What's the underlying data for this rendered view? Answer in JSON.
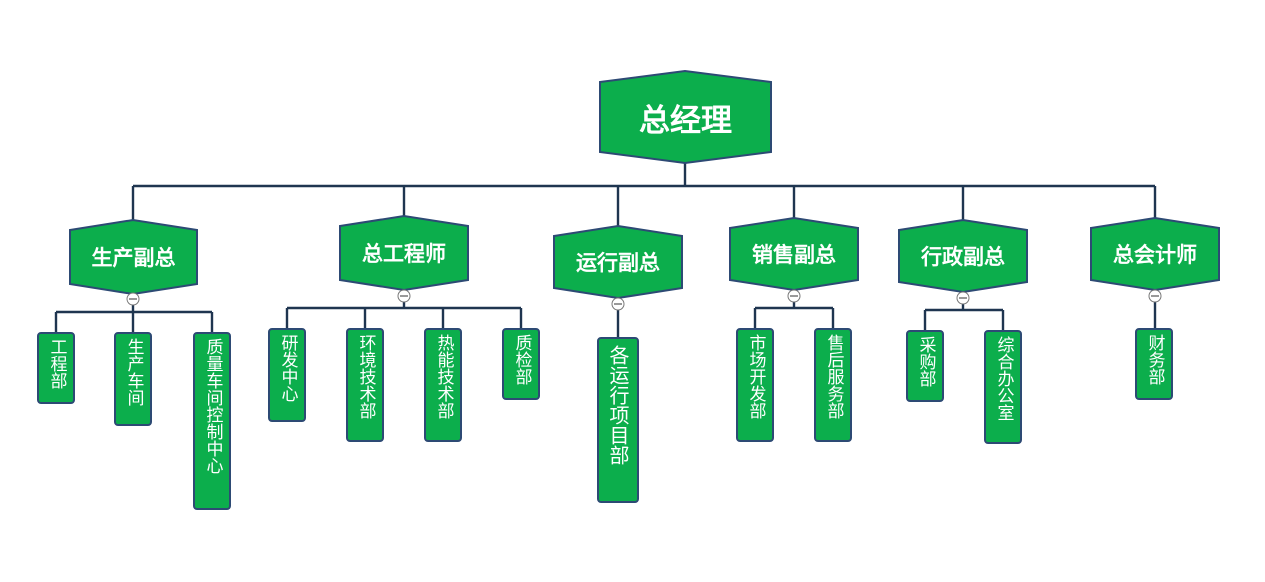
{
  "colors": {
    "node_fill": "#0cae4c",
    "node_border": "#2d4a74",
    "connector": "#1f3550",
    "text": "#ffffff"
  },
  "root": {
    "label": "总经理"
  },
  "branches": [
    {
      "label": "生产副总",
      "children": [
        "工程部",
        "生产车间",
        "质量车间控制中心"
      ]
    },
    {
      "label": "总工程师",
      "children": [
        "研发中心",
        "环境技术部",
        "热能技术部",
        "质检部"
      ]
    },
    {
      "label": "运行副总",
      "children": [
        "各运行项目部"
      ]
    },
    {
      "label": "销售副总",
      "children": [
        "市场开发部",
        "售后服务部"
      ]
    },
    {
      "label": "行政副总",
      "children": [
        "采购部",
        "综合办公室"
      ]
    },
    {
      "label": "总会计师",
      "children": [
        "财务部"
      ]
    }
  ]
}
